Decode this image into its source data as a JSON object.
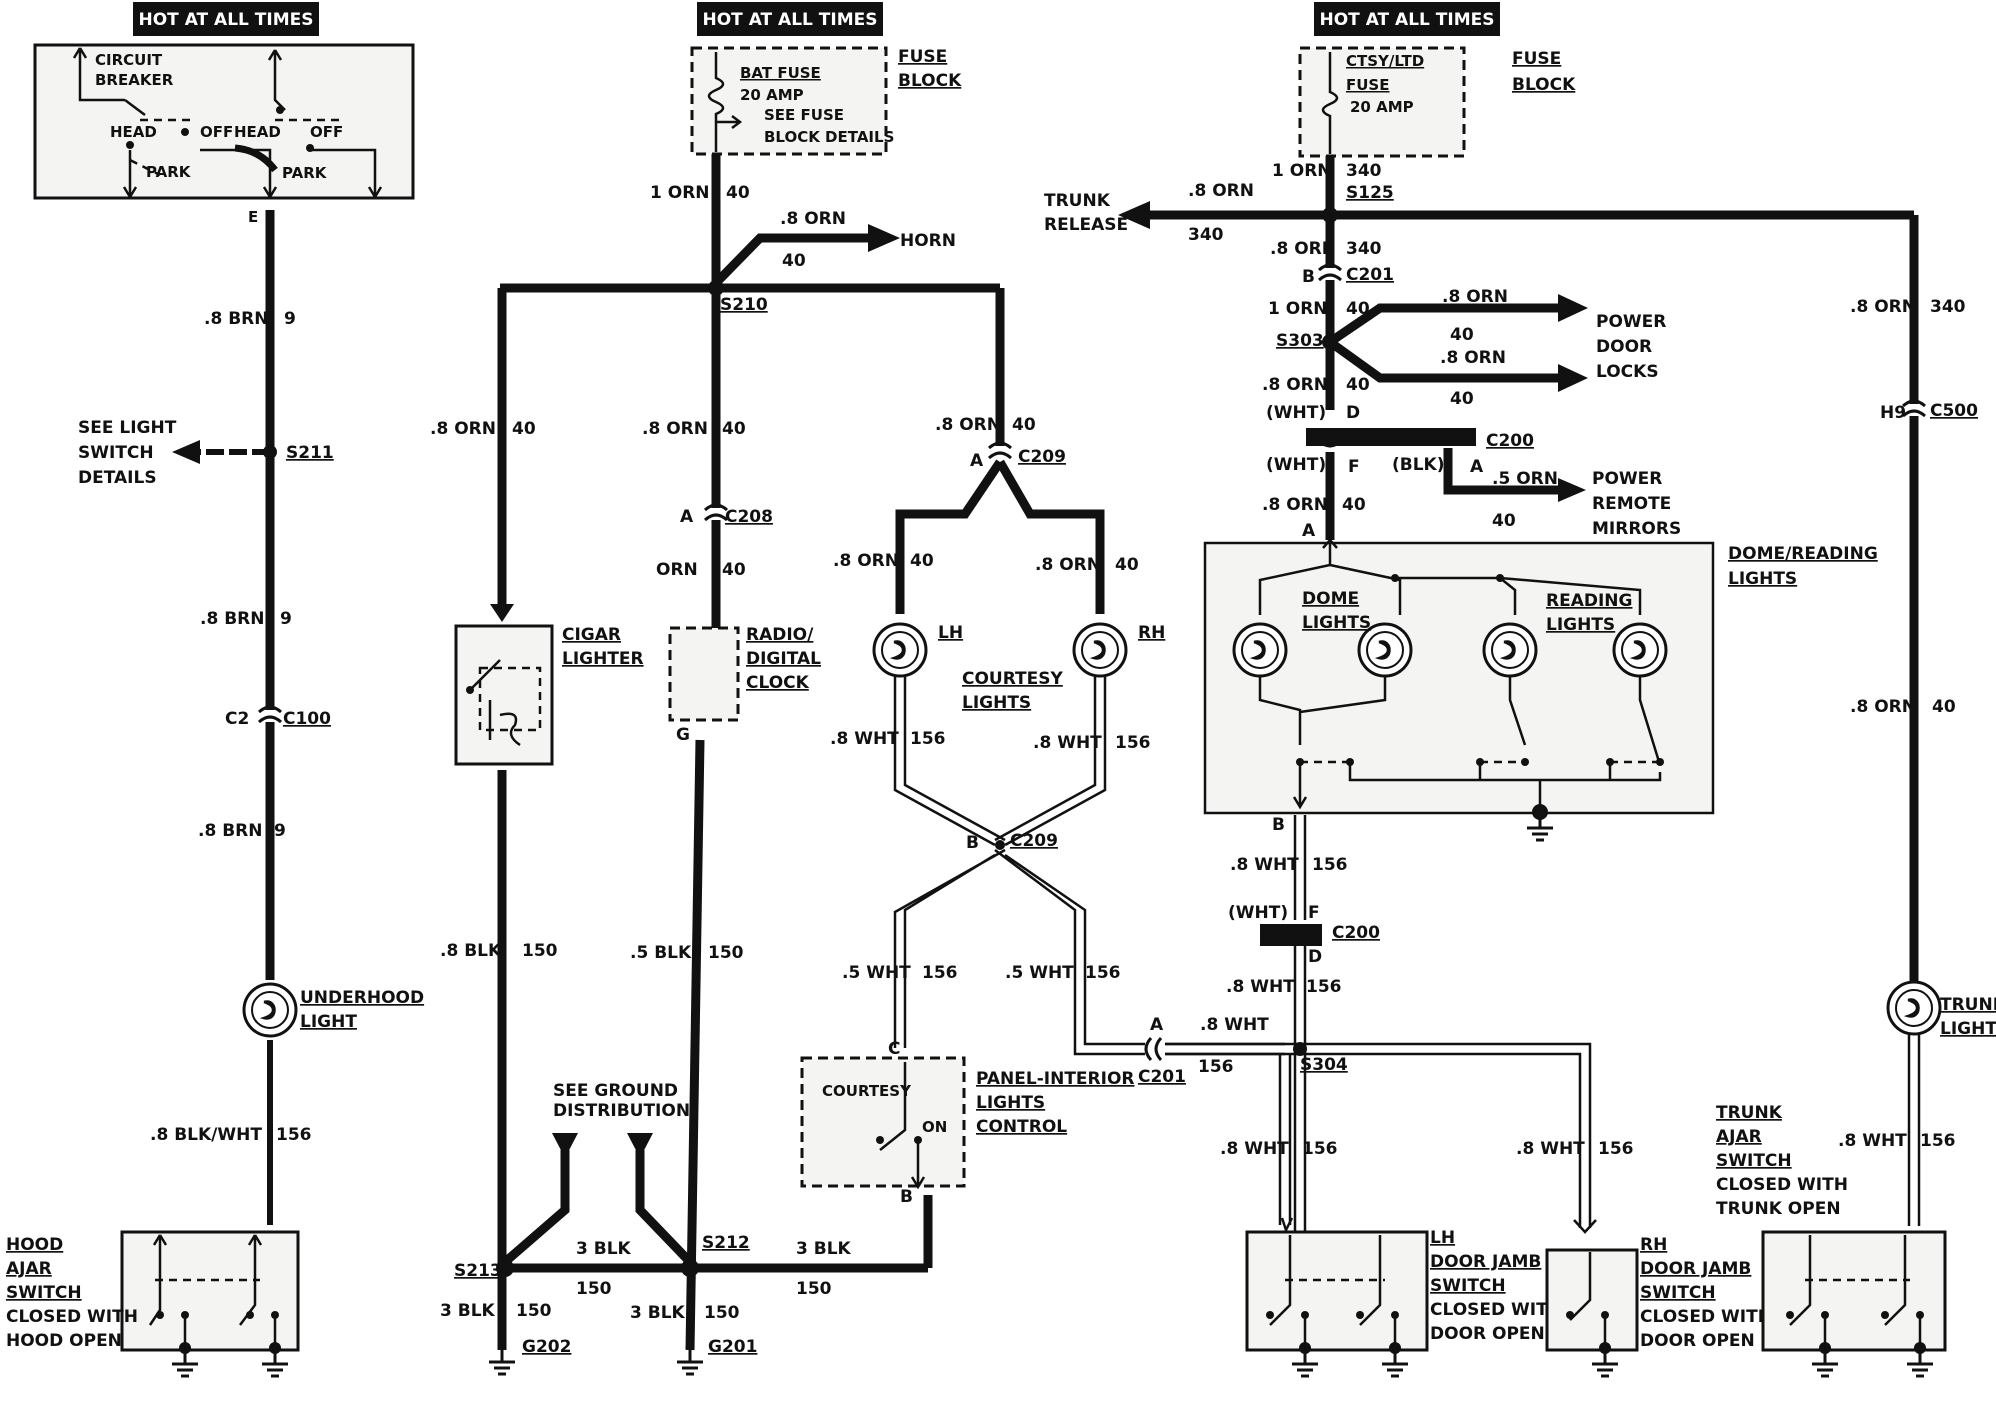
{
  "banners": {
    "left": "HOT AT ALL TIMES",
    "middle": "HOT AT ALL TIMES",
    "right": "HOT AT ALL TIMES"
  },
  "headlight_switch": {
    "circuit": "CIRCUIT",
    "breaker": "BREAKER",
    "head1": "HEAD",
    "off1": "OFF",
    "park1": "PARK",
    "head2": "HEAD",
    "off2": "OFF",
    "park2": "PARK",
    "pin": "E"
  },
  "left_circuit": {
    "w1_gauge": ".8 BRN",
    "w1_num": "9",
    "see1": "SEE LIGHT",
    "see2": "SWITCH",
    "see3": "DETAILS",
    "s211": "S211",
    "w2_gauge": ".8 BRN",
    "w2_num": "9",
    "c2": "C2",
    "c100": "C100",
    "w3_gauge": ".8 BRN",
    "w3_num": "9",
    "lamp1": "UNDERHOOD",
    "lamp2": "LIGHT",
    "w4_gauge": ".8 BLK/WHT",
    "w4_num": "156",
    "sw1": "HOOD",
    "sw2": "AJAR",
    "sw3": "SWITCH",
    "sw4": "CLOSED WITH",
    "sw5": "HOOD OPEN"
  },
  "fuse_block_mid": {
    "fuse": "BAT FUSE",
    "amp": "20 AMP",
    "see1": "SEE FUSE",
    "see2": "BLOCK DETAILS",
    "block1": "FUSE",
    "block2": "BLOCK"
  },
  "middle_circuit": {
    "w_top_gauge": "1 ORN",
    "w_top_num": "40",
    "horn_gauge": ".8 ORN",
    "horn_num": "40",
    "horn": "HORN",
    "s210": "S210",
    "lw_gauge": ".8 ORN",
    "lw_num": "40",
    "mw_gauge": ".8 ORN",
    "mw_num": "40",
    "rw_gauge": ".8 ORN",
    "rw_num": "40",
    "c209a_pin": "A",
    "c209a": "C209",
    "c208_pin": "A",
    "c208": "C208",
    "orn": "ORN",
    "orn_num": "40",
    "lh_gauge": ".8 ORN",
    "lh_num": "40",
    "rh_gauge": ".8 ORN",
    "rh_num": "40",
    "cigar1": "CIGAR",
    "cigar2": "LIGHTER",
    "radio1": "RADIO/",
    "radio2": "DIGITAL",
    "radio3": "CLOCK",
    "radio_pin": "G",
    "lh": "LH",
    "rh": "RH",
    "courtesy1": "COURTESY",
    "courtesy2": "LIGHTS",
    "lhw_gauge": ".8 WHT",
    "lhw_num": "156",
    "rhw_gauge": ".8 WHT",
    "rhw_num": "156",
    "c209b_pin": "B",
    "c209b": "C209",
    "cig_blk_gauge": ".8 BLK",
    "cig_blk_num": "150",
    "rad_blk_gauge": ".5 BLK",
    "rad_blk_num": "150",
    "pw1_gauge": ".5 WHT",
    "pw1_num": "156",
    "pw2_gauge": ".5 WHT",
    "pw2_num": "156",
    "c201_pin": "A",
    "c201": "C201",
    "c201_gauge": ".8 WHT",
    "c201_num": "156",
    "ground1": "SEE GROUND",
    "ground2": "DISTRIBUTION",
    "panel_pin_c": "C",
    "panel_courtesy": "COURTESY",
    "panel_on": "ON",
    "panel_pin_b": "B",
    "panel1": "PANEL-INTERIOR",
    "panel2": "LIGHTS",
    "panel3": "CONTROL",
    "s213": "S213",
    "s212": "S212",
    "blk3a": "3 BLK",
    "blk3a_num": "150",
    "blk3b": "3 BLK",
    "blk3b_num": "150",
    "g202_gauge": "3 BLK",
    "g202_num": "150",
    "g202": "G202",
    "g201_gauge": "3 BLK",
    "g201_num": "150",
    "g201": "G201"
  },
  "fuse_block_right": {
    "fuse1": "CTSY/LTD",
    "fuse2": "FUSE",
    "amp": "20 AMP",
    "block1": "FUSE",
    "block2": "BLOCK"
  },
  "right_circuit": {
    "w_top_gauge": "1 ORN",
    "w_top_num": "340",
    "trunk_gauge": ".8 ORN",
    "trunk_num": "340",
    "trunk_release1": "TRUNK",
    "trunk_release2": "RELEASE",
    "s125": "S125",
    "w2_gauge": ".8 ORN",
    "w2_num": "340",
    "c201_pin": "B",
    "c201": "C201",
    "w3_gauge": "1 ORN",
    "w3_num": "40",
    "s303": "S303",
    "pdl1_gauge": ".8 ORN",
    "pdl1_num": "40",
    "pdl2_gauge": ".8 ORN",
    "pdl2_num": "40",
    "pdl_1": "POWER",
    "pdl_2": "DOOR",
    "pdl_3": "LOCKS",
    "w4_gauge": ".8 ORN",
    "w4_num": "40",
    "wht1": "(WHT)",
    "pin_d": "D",
    "c200": "C200",
    "wht2": "(WHT)",
    "pin_f": "F",
    "blk": "(BLK)",
    "pin_a": "A",
    "mirror_gauge": ".5 ORN",
    "mirror_num": "40",
    "mirror1": "POWER",
    "mirror2": "REMOTE",
    "mirror3": "MIRRORS",
    "w5_gauge": ".8 ORN",
    "w5_num": "40",
    "pin_a2": "A",
    "dome_title1": "DOME/READING",
    "dome_title2": "LIGHTS",
    "dome1": "DOME",
    "dome2": "LIGHTS",
    "reading1": "READING",
    "reading2": "LIGHTS",
    "pin_b": "B",
    "w6_gauge": ".8 WHT",
    "w6_num": "156",
    "wht3": "(WHT)",
    "pin_f2": "F",
    "c200b": "C200",
    "pin_d2": "D",
    "w7_gauge": ".8 WHT",
    "w7_num": "156",
    "s304": "S304",
    "lhd_gauge": ".8 WHT",
    "lhd_num": "156",
    "rhd_gauge": ".8 WHT",
    "rhd_num": "156",
    "lhd1": "LH",
    "lhd2": "DOOR JAMB",
    "lhd3": "SWITCH",
    "lhd4": "CLOSED WITH",
    "lhd5": "DOOR OPEN",
    "rhd1": "RH",
    "rhd2": "DOOR JAMB",
    "rhd3": "SWITCH",
    "rhd4": "CLOSED WITH",
    "rhd5": "DOOR OPEN",
    "tr_gauge": ".8 ORN",
    "tr_num": "340",
    "h9": "H9",
    "c500": "C500",
    "tr2_gauge": ".8 ORN",
    "tr2_num": "40",
    "trunk_light1": "TRUNK",
    "trunk_light2": "LIGHT",
    "tas1": "TRUNK",
    "tas2": "AJAR",
    "tas3": "SWITCH",
    "tas4": "CLOSED WITH",
    "tas5": "TRUNK OPEN",
    "tw_gauge": ".8 WHT",
    "tw_num": "156"
  }
}
